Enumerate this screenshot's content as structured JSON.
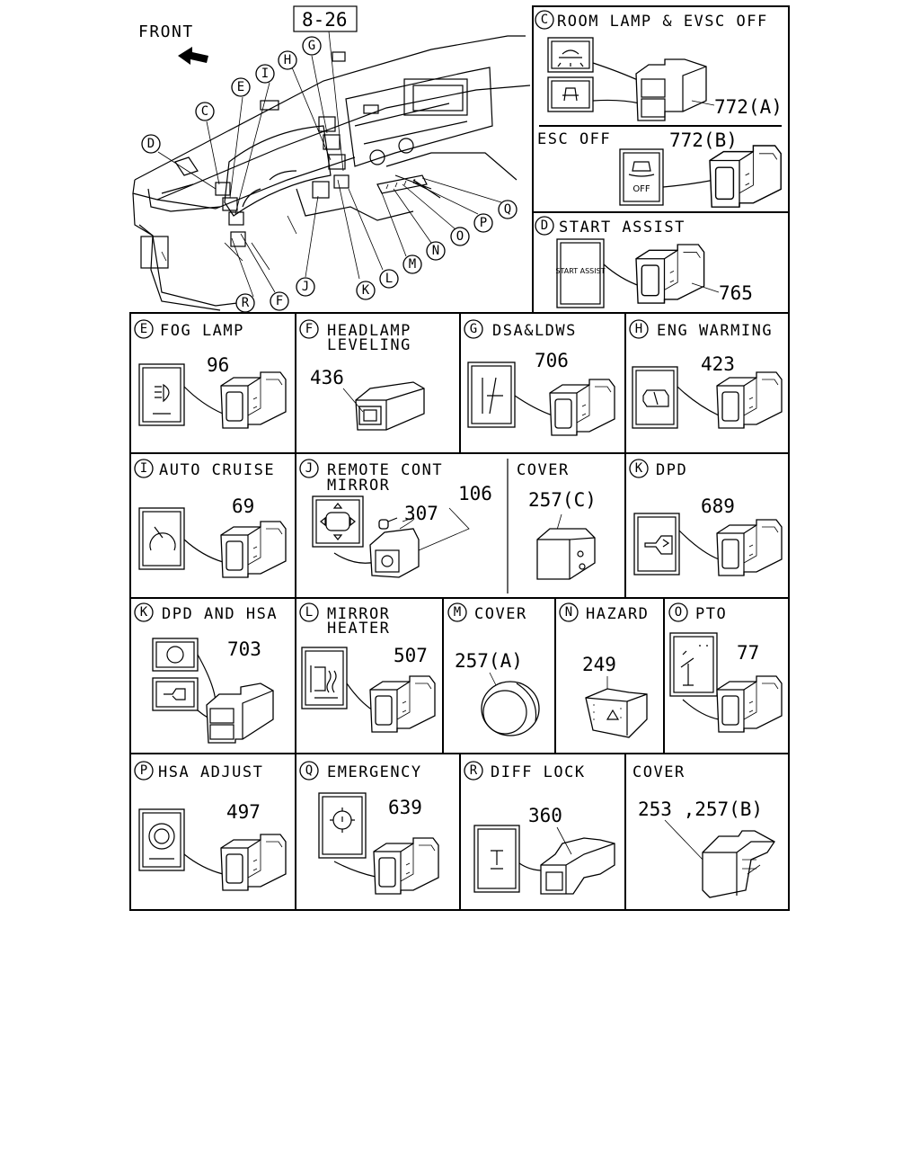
{
  "ref_label": "8-26",
  "front_label": "FRONT",
  "overview_callouts": [
    "C",
    "D",
    "E",
    "I",
    "H",
    "G",
    "J",
    "R",
    "F",
    "K",
    "L",
    "M",
    "N",
    "O",
    "P",
    "Q"
  ],
  "panels": [
    {
      "letter": "C",
      "title": "ROOM LAMP & EVSC OFF",
      "part_number": "772(A)"
    },
    {
      "letter": "",
      "title": "ESC OFF",
      "part_number": "772(B)",
      "icon_text": "OFF"
    },
    {
      "letter": "D",
      "title": "START ASSIST",
      "part_number": "765",
      "icon_text": "START ASSIST"
    },
    {
      "letter": "E",
      "title": "FOG LAMP",
      "part_number": "96"
    },
    {
      "letter": "F",
      "title": "HEADLAMP",
      "title2": "LEVELING",
      "part_number": "436"
    },
    {
      "letter": "G",
      "title": "DSA&LDWS",
      "part_number": "706"
    },
    {
      "letter": "H",
      "title": "ENG WARMING",
      "part_number": "423"
    },
    {
      "letter": "I",
      "title": "AUTO CRUISE",
      "part_number": "69"
    },
    {
      "letter": "J",
      "title": "REMOTE CONT",
      "title2": "MIRROR",
      "part_number": "307",
      "part_number_2": "106"
    },
    {
      "letter": "",
      "title": "COVER",
      "part_number": "257(C)"
    },
    {
      "letter": "K",
      "title": "DPD",
      "part_number": "689"
    },
    {
      "letter": "K",
      "title": "DPD AND HSA",
      "part_number": "703"
    },
    {
      "letter": "L",
      "title": "MIRROR",
      "title2": "HEATER",
      "part_number": "507"
    },
    {
      "letter": "M",
      "title": "COVER",
      "part_number": "257(A)"
    },
    {
      "letter": "N",
      "title": "HAZARD",
      "part_number": "249"
    },
    {
      "letter": "O",
      "title": "PTO",
      "part_number": "77"
    },
    {
      "letter": "P",
      "title": "HSA ADJUST",
      "part_number": "497"
    },
    {
      "letter": "Q",
      "title": "EMERGENCY",
      "part_number": "639"
    },
    {
      "letter": "R",
      "title": "DIFF LOCK",
      "part_number": "360"
    },
    {
      "letter": "",
      "title": "COVER",
      "part_number": "253 ,257(B)"
    }
  ]
}
